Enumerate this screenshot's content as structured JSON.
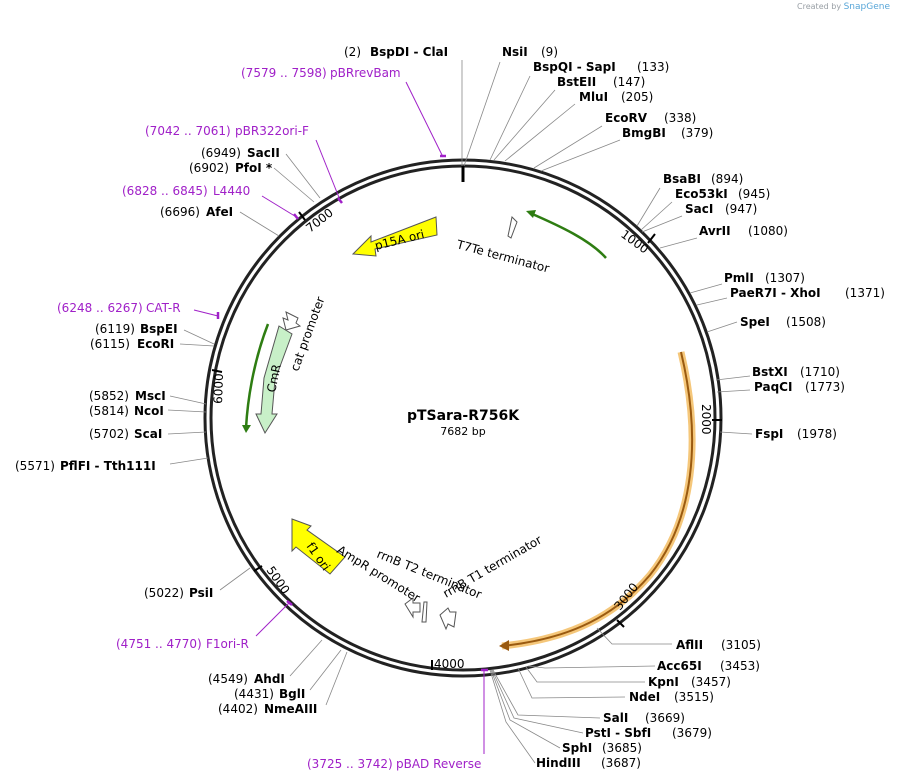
{
  "credit": {
    "prefix": "Created by",
    "brand": "SnapGene"
  },
  "plasmid": {
    "name": "pTSara-R756K",
    "size_label": "7682 bp",
    "length": 7682
  },
  "ticks": [
    "1000",
    "2000",
    "3000",
    "4000",
    "5000",
    "6000",
    "7000"
  ],
  "enzymes": [
    {
      "name": "BspDI - ClaI",
      "pos_label": "(2)",
      "pos": 2
    },
    {
      "name": "NsiI",
      "pos_label": "(9)",
      "pos": 9
    },
    {
      "name": "BspQI - SapI",
      "pos_label": "(133)",
      "pos": 133
    },
    {
      "name": "BstEII",
      "pos_label": "(147)",
      "pos": 147
    },
    {
      "name": "MluI",
      "pos_label": "(205)",
      "pos": 205
    },
    {
      "name": "EcoRV",
      "pos_label": "(338)",
      "pos": 338
    },
    {
      "name": "BmgBI",
      "pos_label": "(379)",
      "pos": 379
    },
    {
      "name": "BsaBI",
      "pos_label": "(894)",
      "pos": 894
    },
    {
      "name": "Eco53kI",
      "pos_label": "(945)",
      "pos": 945
    },
    {
      "name": "SacI",
      "pos_label": "(947)",
      "pos": 947
    },
    {
      "name": "AvrII",
      "pos_label": "(1080)",
      "pos": 1080
    },
    {
      "name": "PmlI",
      "pos_label": "(1307)",
      "pos": 1307
    },
    {
      "name": "PaeR7I - XhoI",
      "pos_label": "(1371)",
      "pos": 1371
    },
    {
      "name": "SpeI",
      "pos_label": "(1508)",
      "pos": 1508
    },
    {
      "name": "BstXI",
      "pos_label": "(1710)",
      "pos": 1710
    },
    {
      "name": "PaqCI",
      "pos_label": "(1773)",
      "pos": 1773
    },
    {
      "name": "FspI",
      "pos_label": "(1978)",
      "pos": 1978
    },
    {
      "name": "AflII",
      "pos_label": "(3105)",
      "pos": 3105
    },
    {
      "name": "Acc65I",
      "pos_label": "(3453)",
      "pos": 3453
    },
    {
      "name": "KpnI",
      "pos_label": "(3457)",
      "pos": 3457
    },
    {
      "name": "NdeI",
      "pos_label": "(3515)",
      "pos": 3515
    },
    {
      "name": "SalI",
      "pos_label": "(3669)",
      "pos": 3669
    },
    {
      "name": "PstI - SbfI",
      "pos_label": "(3679)",
      "pos": 3679
    },
    {
      "name": "SphI",
      "pos_label": "(3685)",
      "pos": 3685
    },
    {
      "name": "HindIII",
      "pos_label": "(3687)",
      "pos": 3687
    },
    {
      "name": "NmeAIII",
      "pos_label": "(4402)",
      "pos": 4402
    },
    {
      "name": "BglI",
      "pos_label": "(4431)",
      "pos": 4431
    },
    {
      "name": "AhdI",
      "pos_label": "(4549)",
      "pos": 4549
    },
    {
      "name": "PsiI",
      "pos_label": "(5022)",
      "pos": 5022
    },
    {
      "name": "PflFI - Tth111I",
      "pos_label": "(5571)",
      "pos": 5571
    },
    {
      "name": "ScaI",
      "pos_label": "(5702)",
      "pos": 5702
    },
    {
      "name": "NcoI",
      "pos_label": "(5814)",
      "pos": 5814
    },
    {
      "name": "MscI",
      "pos_label": "(5852)",
      "pos": 5852
    },
    {
      "name": "EcoRI",
      "pos_label": "(6115)",
      "pos": 6115
    },
    {
      "name": "BspEI",
      "pos_label": "(6119)",
      "pos": 6119
    },
    {
      "name": "AfeI",
      "pos_label": "(6696)",
      "pos": 6696
    },
    {
      "name": "PfoI *",
      "pos_label": "(6902)",
      "pos": 6902
    },
    {
      "name": "SacII",
      "pos_label": "(6949)",
      "pos": 6949
    }
  ],
  "primers": [
    {
      "name": "pBRrevBam",
      "range": "(7579 .. 7598)"
    },
    {
      "name": "pBR322ori-F",
      "range": "(7042 .. 7061)"
    },
    {
      "name": "L4440",
      "range": "(6828 .. 6845)"
    },
    {
      "name": "CAT-R",
      "range": "(6248 .. 6267)"
    },
    {
      "name": "F1ori-R",
      "range": "(4751 .. 4770)"
    },
    {
      "name": "pBAD Reverse",
      "range": "(3725 .. 3742)"
    }
  ],
  "features": [
    {
      "name": "p15A ori",
      "color": "#ffff00"
    },
    {
      "name": "CmR",
      "color": "#c8f0c8"
    },
    {
      "name": "cat promoter",
      "color": "#ffffff"
    },
    {
      "name": "T7Te terminator",
      "color": "#ffffff"
    },
    {
      "name": "f1 ori",
      "color": "#ffff00"
    },
    {
      "name": "AmpR promoter",
      "color": "#ffffff"
    },
    {
      "name": "rrnB T2 terminator",
      "color": "#ffffff"
    },
    {
      "name": "rrnB T1 terminator",
      "color": "#ffffff"
    }
  ],
  "colors": {
    "primer": "#a020c8",
    "green_arc": "#2e7d12",
    "orange_arc": "#b8690a",
    "orange_glow": "#f5c77a",
    "backbone": "#222222"
  }
}
